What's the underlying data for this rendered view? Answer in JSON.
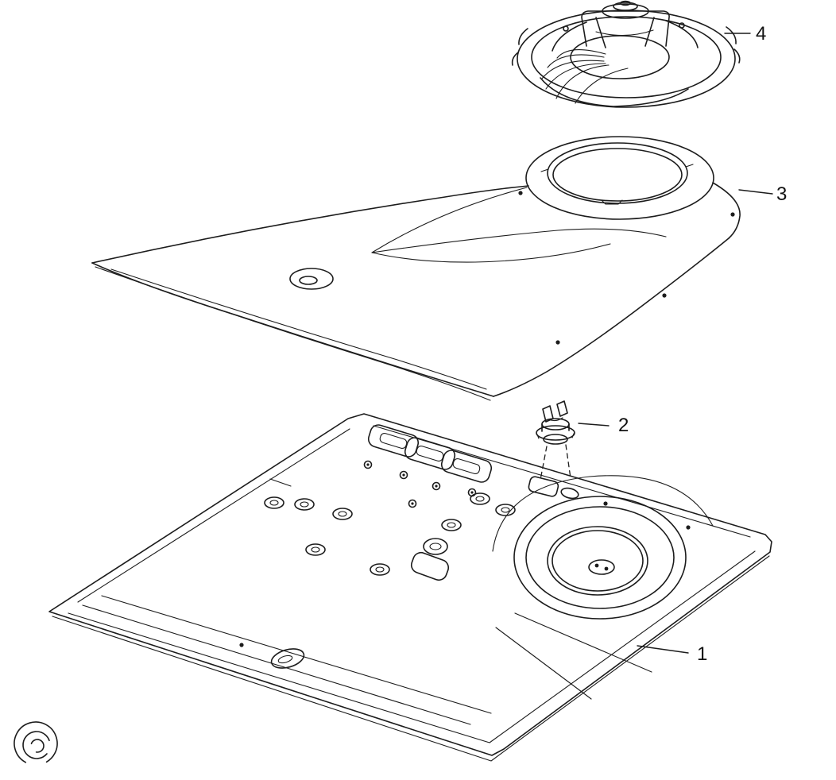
{
  "figure": {
    "kind": "exploded parts diagram",
    "background": "#ffffff",
    "line_color": "#1c1c1c"
  },
  "callouts": {
    "part4": {
      "label": "4"
    },
    "part3": {
      "label": "3"
    },
    "part2": {
      "label": "2"
    },
    "part1": {
      "label": "1"
    }
  },
  "logo": {
    "outer_color": "#21409a",
    "inner_color": "#c8262e"
  }
}
